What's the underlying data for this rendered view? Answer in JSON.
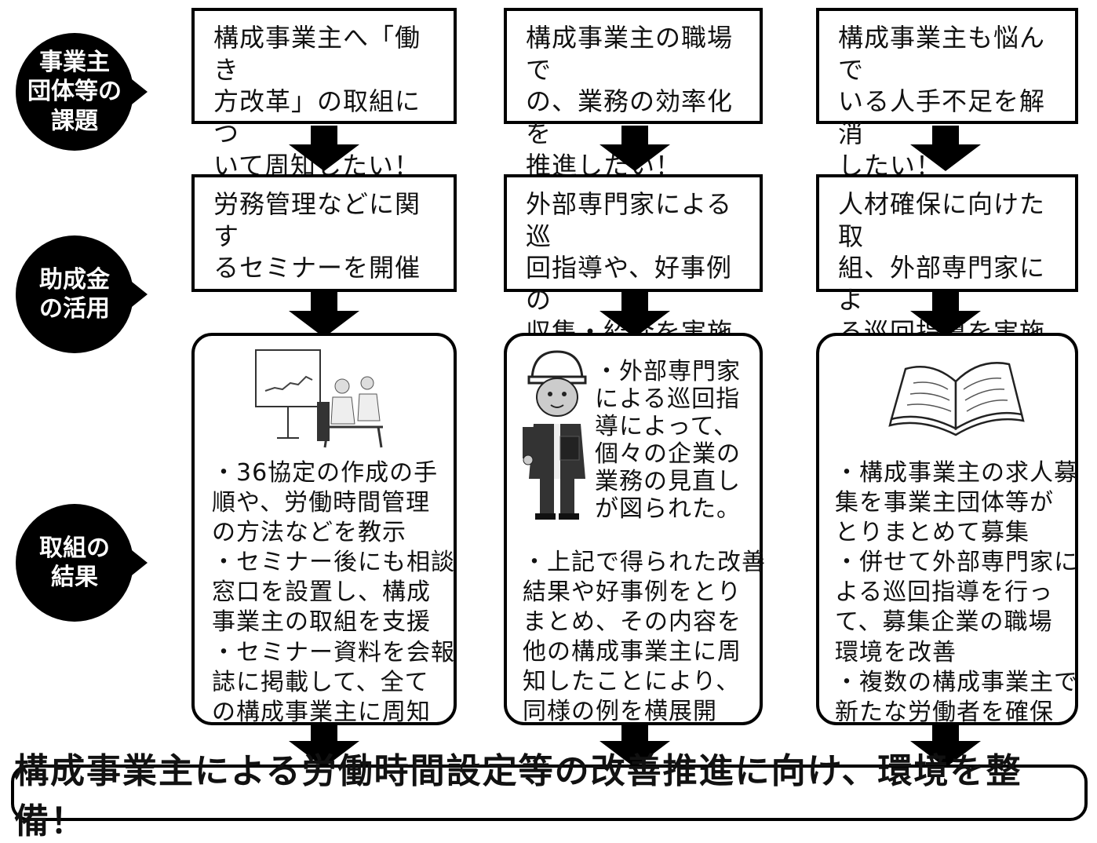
{
  "labels": {
    "issues": "事業主\n団体等の\n課題",
    "subsidy": "助成金\nの活用",
    "results": "取組の\n結果"
  },
  "columns": [
    {
      "issue": "構成事業主へ「働き\n方改革」の取組につ\nいて周知したい！",
      "action": "労務管理などに関す\nるセミナーを開催",
      "result_image": "seminar-presentation-image",
      "result_text": "・36協定の作成の手\n順や、労働時間管理\nの方法などを教示\n・セミナー後にも相談\n窓口を設置し、構成\n事業主の取組を支援\n・セミナー資料を会報\n誌に掲載して、全て\nの構成事業主に周知"
    },
    {
      "issue": "構成事業主の職場で\nの、業務の効率化を\n推進したい！",
      "action": "外部専門家による巡\n回指導や、好事例の\n収集・紹介を実施",
      "result_image": "inspector-with-helmet-image",
      "result_text_top": "・外部専門家\nによる巡回指\n導によって、\n個々の企業の\n業務の見直し\nが図られた。",
      "result_text": "・上記で得られた改善\n結果や好事例をとり\nまとめ、その内容を\n他の構成事業主に周\n知したことにより、\n同様の例を横展開"
    },
    {
      "issue": "構成事業主も悩んで\nいる人手不足を解消\nしたい！",
      "action": "人材確保に向けた取\n組、外部専門家によ\nる巡回指導を実施",
      "result_image": "open-book-image",
      "result_text": "・構成事業主の求人募\n集を事業主団体等が\nとりまとめて募集\n・併せて外部専門家に\nよる巡回指導を行っ\nて、募集企業の職場\n環境を改善\n・複数の構成事業主で\n新たな労働者を確保"
    }
  ],
  "banner": "構成事業主による労働時間設定等の改善推進に向け、環境を整備！"
}
